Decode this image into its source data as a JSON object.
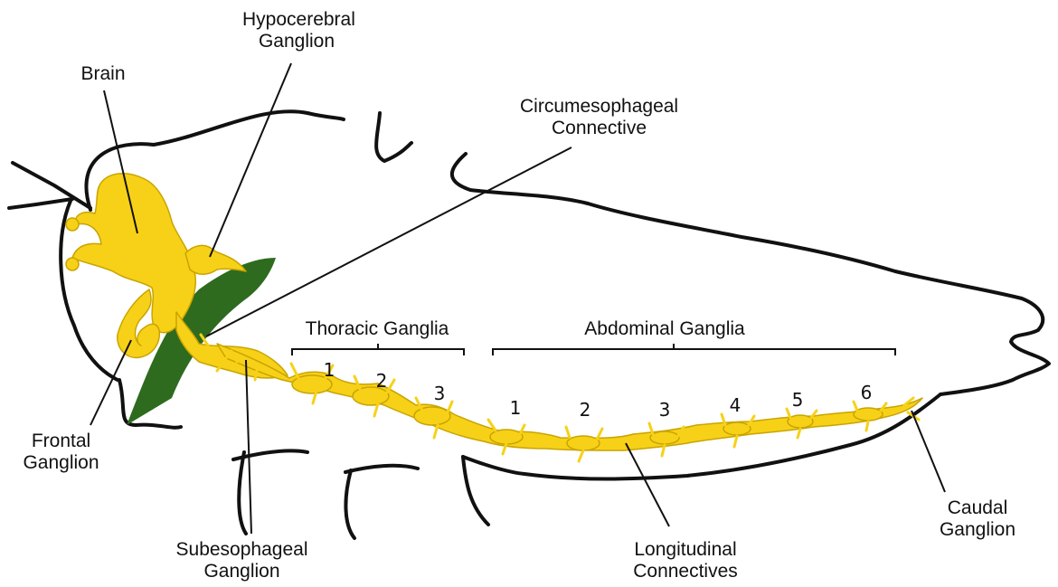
{
  "labels": {
    "brain": "Brain",
    "hypocerebral_line1": "Hypocerebral",
    "hypocerebral_line2": "Ganglion",
    "circum_line1": "Circumesophageal",
    "circum_line2": "Connective",
    "frontal_line1": "Frontal",
    "frontal_line2": "Ganglion",
    "subeso_line1": "Subesophageal",
    "subeso_line2": "Ganglion",
    "longitudinal_line1": "Longitudinal",
    "longitudinal_line2": "Connectives",
    "caudal_line1": "Caudal",
    "caudal_line2": "Ganglion",
    "thoracic_ganglia": "Thoracic Ganglia",
    "abdominal_ganglia": "Abdominal Ganglia"
  },
  "thoracic_numbers": [
    "1",
    "2",
    "3"
  ],
  "abdominal_numbers": [
    "1",
    "2",
    "3",
    "4",
    "5",
    "6"
  ],
  "colors": {
    "nerve": "#f7d117",
    "nerve_outline": "#c9a400",
    "gut": "#2e6b1f",
    "outline": "#111111"
  }
}
